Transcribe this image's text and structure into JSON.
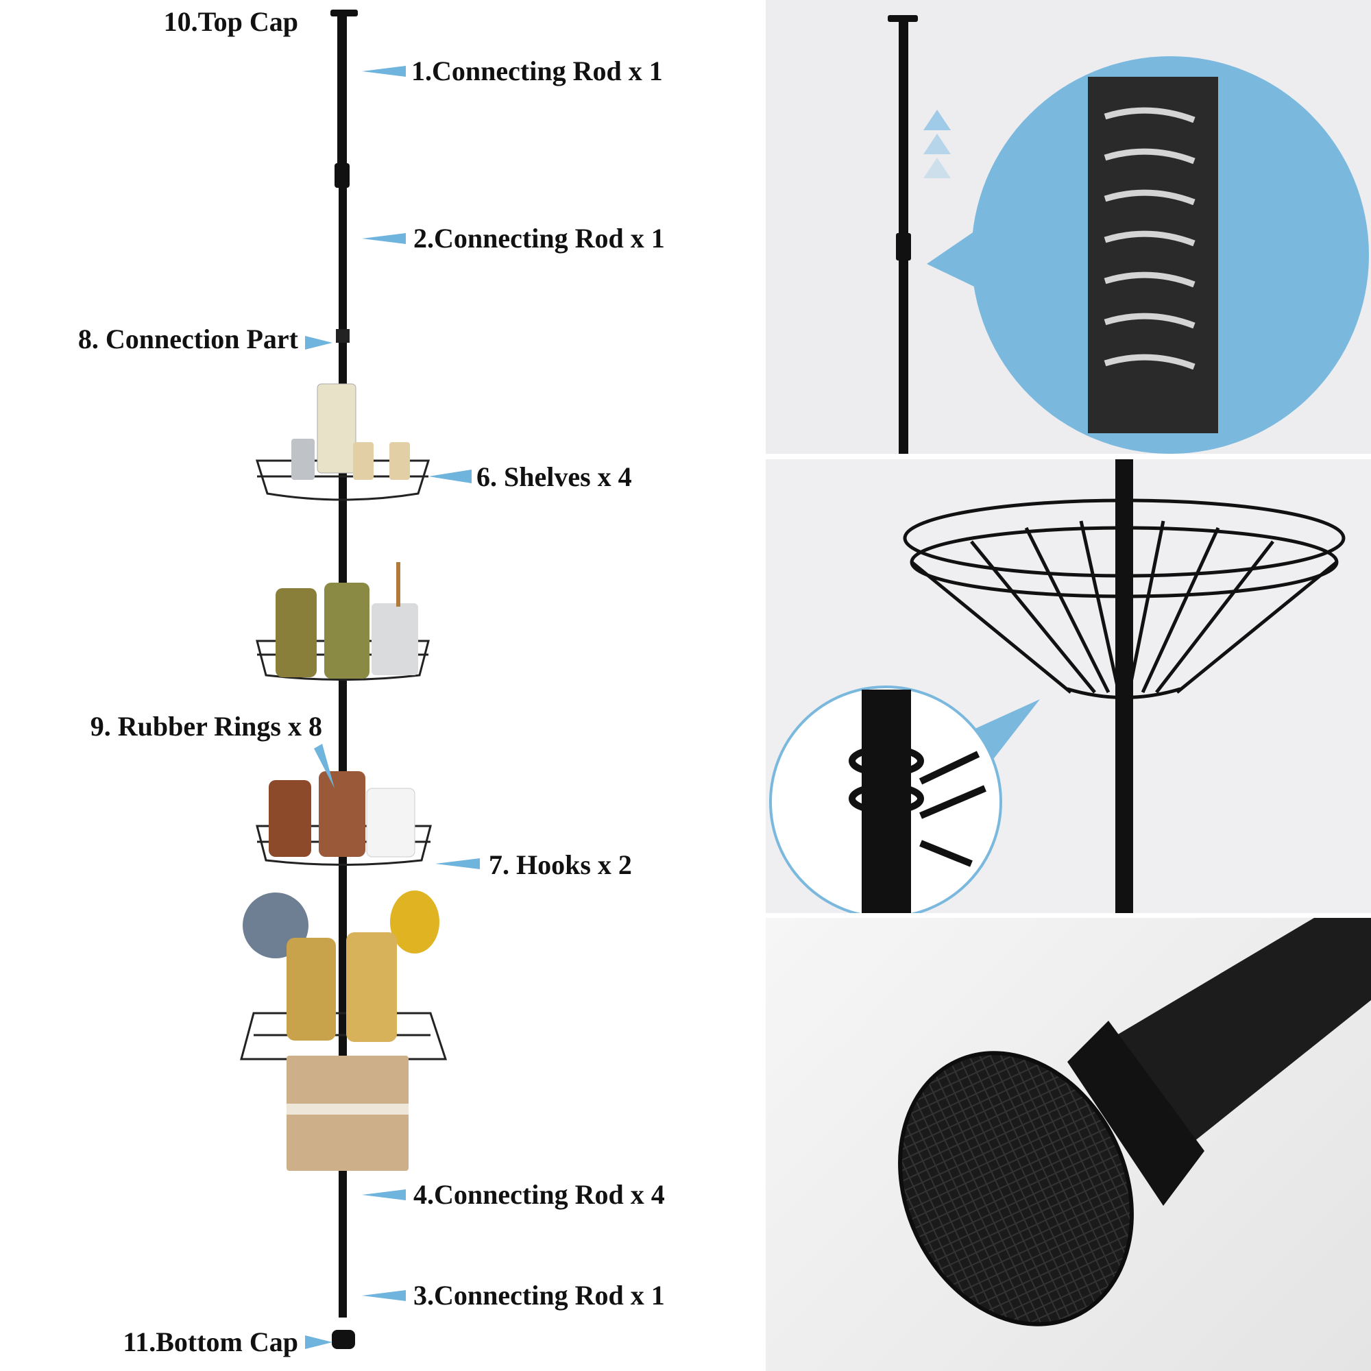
{
  "labels": {
    "top_cap": "10.Top Cap",
    "rod1": "1.Connecting Rod x 1",
    "rod2": "2.Connecting Rod x 1",
    "connection_part": "8. Connection Part",
    "shelves": "6. Shelves x 4",
    "rubber_rings": "9. Rubber Rings x 8",
    "hooks": "7. Hooks x 2",
    "rod4": "4.Connecting Rod x 4",
    "rod3": "3.Connecting Rod x 1",
    "bottom_cap": "11.Bottom Cap"
  },
  "colors": {
    "pole": "#111111",
    "arrow": "#6fb4dd",
    "zoom_circle": "#7ab8de",
    "text": "#111111"
  }
}
